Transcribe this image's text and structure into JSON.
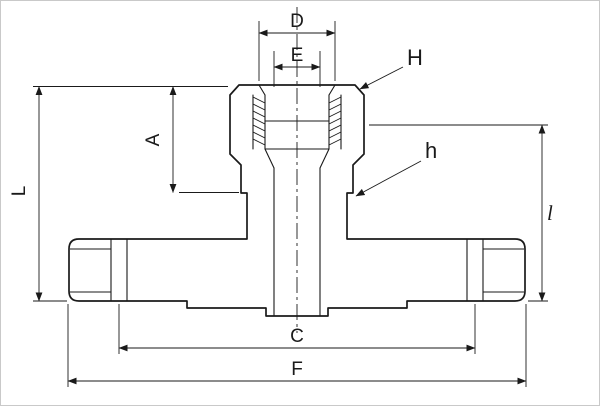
{
  "diagram": {
    "background_color": "#ffffff",
    "line_color": "#1a1a1a",
    "labels": {
      "D": "D",
      "E": "E",
      "H": "H",
      "A": "A",
      "h": "h",
      "L": "L",
      "l": "l",
      "C": "C",
      "F": "F"
    }
  }
}
